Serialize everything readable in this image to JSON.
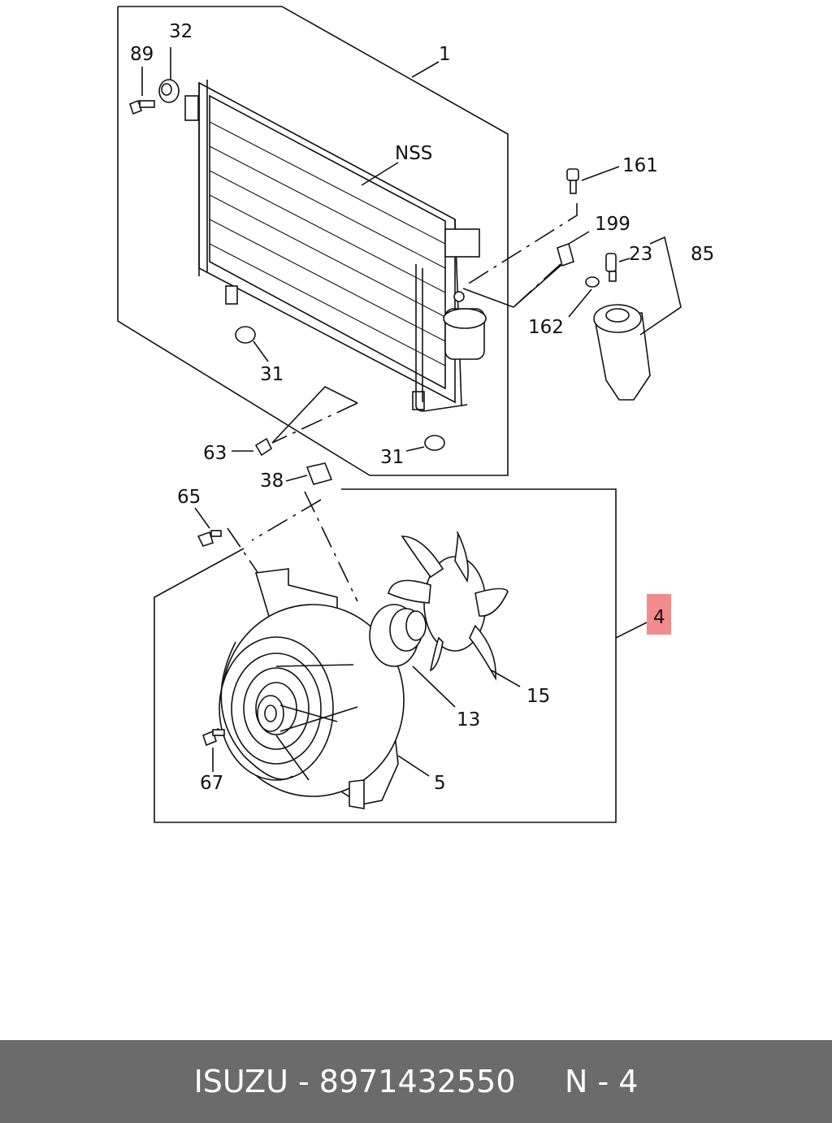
{
  "callouts": {
    "c1": "1",
    "c32": "32",
    "c89": "89",
    "nss": "NSS",
    "c161": "161",
    "c199": "199",
    "c23": "23",
    "c85": "85",
    "c162": "162",
    "c31a": "31",
    "c31b": "31",
    "c63": "63",
    "c38": "38",
    "c65": "65",
    "c4": "4",
    "c15": "15",
    "c13": "13",
    "c5": "5",
    "c67": "67"
  },
  "footer": {
    "brand": "ISUZU",
    "sep1": " - ",
    "part_number": "8971432550",
    "gap": "     ",
    "section": "N - 4"
  },
  "colors": {
    "footer_bg": "#6b6b6b",
    "highlight": "#f28b8b"
  }
}
